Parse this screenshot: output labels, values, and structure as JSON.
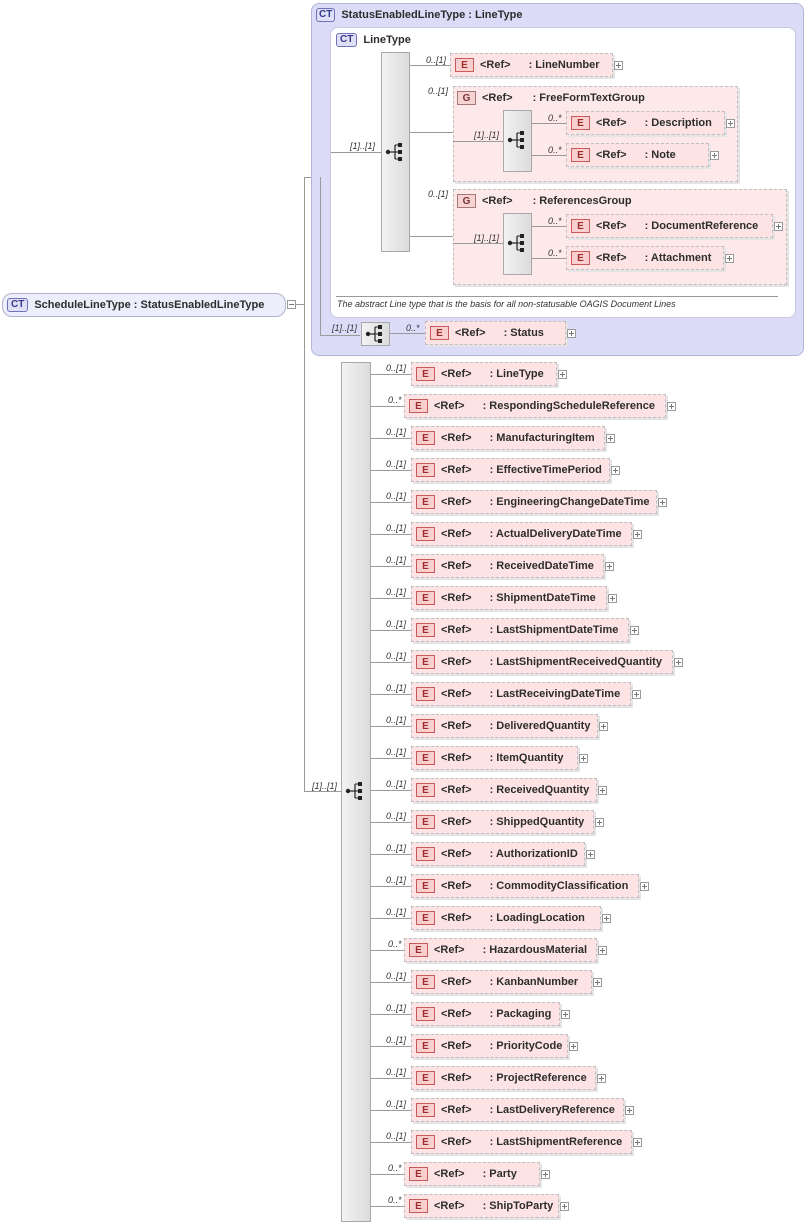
{
  "root": {
    "badge": "CT",
    "title": "ScheduleLineType : StatusEnabledLineType"
  },
  "status_enabled": {
    "badge": "CT",
    "title": "StatusEnabledLineType : LineType",
    "line_type": {
      "badge": "CT",
      "title": "LineType",
      "seq_card": "[1]..[1]",
      "line_number": {
        "card": "0..[1]",
        "ref": "<Ref>",
        "name": ": LineNumber"
      },
      "free_form": {
        "card": "0..[1]",
        "badge": "G",
        "ref": "<Ref>",
        "name": ": FreeFormTextGroup",
        "seq_card": "[1]..[1]",
        "items": [
          {
            "card": "0..*",
            "ref": "<Ref>",
            "name": ": Description"
          },
          {
            "card": "0..*",
            "ref": "<Ref>",
            "name": ": Note"
          }
        ]
      },
      "references": {
        "card": "0..[1]",
        "badge": "G",
        "ref": "<Ref>",
        "name": ": ReferencesGroup",
        "seq_card": "[1]..[1]",
        "items": [
          {
            "card": "0..*",
            "ref": "<Ref>",
            "name": ": DocumentReference"
          },
          {
            "card": "0..*",
            "ref": "<Ref>",
            "name": ": Attachment"
          }
        ]
      },
      "annotation": "The abstract Line type that is the basis for all non-statusable OAGIS Document Lines"
    },
    "status_seq_card": "[1]..[1]",
    "status": {
      "card": "0..*",
      "ref": "<Ref>",
      "name": ": Status"
    }
  },
  "main_seq_card": "[1]..[1]",
  "elements": [
    {
      "card": "0..[1]",
      "ref": "<Ref>",
      "name": ": LineType"
    },
    {
      "card": "0..*",
      "ref": "<Ref>",
      "name": ": RespondingScheduleReference"
    },
    {
      "card": "0..[1]",
      "ref": "<Ref>",
      "name": ": ManufacturingItem"
    },
    {
      "card": "0..[1]",
      "ref": "<Ref>",
      "name": ": EffectiveTimePeriod"
    },
    {
      "card": "0..[1]",
      "ref": "<Ref>",
      "name": ": EngineeringChangeDateTime"
    },
    {
      "card": "0..[1]",
      "ref": "<Ref>",
      "name": ": ActualDeliveryDateTime"
    },
    {
      "card": "0..[1]",
      "ref": "<Ref>",
      "name": ": ReceivedDateTime"
    },
    {
      "card": "0..[1]",
      "ref": "<Ref>",
      "name": ": ShipmentDateTime"
    },
    {
      "card": "0..[1]",
      "ref": "<Ref>",
      "name": ": LastShipmentDateTime"
    },
    {
      "card": "0..[1]",
      "ref": "<Ref>",
      "name": ": LastShipmentReceivedQuantity"
    },
    {
      "card": "0..[1]",
      "ref": "<Ref>",
      "name": ": LastReceivingDateTime"
    },
    {
      "card": "0..[1]",
      "ref": "<Ref>",
      "name": ": DeliveredQuantity"
    },
    {
      "card": "0..[1]",
      "ref": "<Ref>",
      "name": ": ItemQuantity"
    },
    {
      "card": "0..[1]",
      "ref": "<Ref>",
      "name": ": ReceivedQuantity"
    },
    {
      "card": "0..[1]",
      "ref": "<Ref>",
      "name": ": ShippedQuantity"
    },
    {
      "card": "0..[1]",
      "ref": "<Ref>",
      "name": ": AuthorizationID"
    },
    {
      "card": "0..[1]",
      "ref": "<Ref>",
      "name": ": CommodityClassification"
    },
    {
      "card": "0..[1]",
      "ref": "<Ref>",
      "name": ": LoadingLocation"
    },
    {
      "card": "0..*",
      "ref": "<Ref>",
      "name": ": HazardousMaterial"
    },
    {
      "card": "0..[1]",
      "ref": "<Ref>",
      "name": ": KanbanNumber"
    },
    {
      "card": "0..[1]",
      "ref": "<Ref>",
      "name": ": Packaging"
    },
    {
      "card": "0..[1]",
      "ref": "<Ref>",
      "name": ": PriorityCode"
    },
    {
      "card": "0..[1]",
      "ref": "<Ref>",
      "name": ": ProjectReference"
    },
    {
      "card": "0..[1]",
      "ref": "<Ref>",
      "name": ": LastDeliveryReference"
    },
    {
      "card": "0..[1]",
      "ref": "<Ref>",
      "name": ": LastShipmentReference"
    },
    {
      "card": "0..*",
      "ref": "<Ref>",
      "name": ": Party"
    },
    {
      "card": "0..*",
      "ref": "<Ref>",
      "name": ": ShipToParty"
    }
  ],
  "colors": {
    "element_fill": "#fde3e3",
    "ct_fill": "#dcdcf8",
    "element_badge": "#f9cfcf"
  },
  "icons": {
    "complex_type": "ct-badge",
    "element": "e-badge",
    "group": "g-badge",
    "sequence": "sequence-icon",
    "expand": "plus-icon"
  }
}
